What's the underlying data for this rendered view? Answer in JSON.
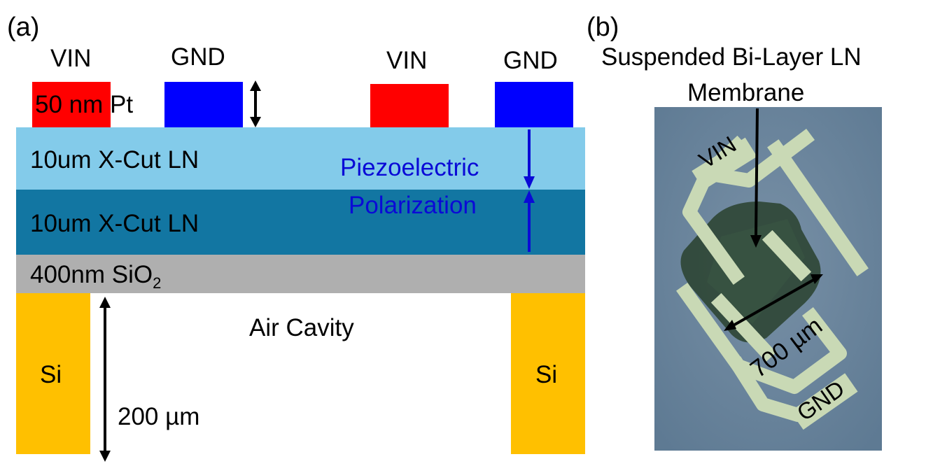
{
  "panel_a": {
    "label": "(a)",
    "electrodes": {
      "vin_left": "VIN",
      "gnd_left": "GND",
      "vin_right": "VIN",
      "gnd_right": "GND",
      "thickness_label": "50 nm Pt",
      "vin_color": "#ff0000",
      "gnd_color": "#0000ff"
    },
    "layers": {
      "top_ln": "10um X-Cut LN",
      "top_ln_color": "#83cbea",
      "bottom_ln": "10um X-Cut LN",
      "bottom_ln_color": "#1276a2",
      "oxide_prefix": "400nm SiO",
      "oxide_sub": "2",
      "oxide_color": "#afafaf"
    },
    "polarization": {
      "line1": "Piezoelectric",
      "line2": "Polarization",
      "color": "#0a0ad6"
    },
    "substrate": {
      "si_left": "Si",
      "si_right": "Si",
      "si_color": "#ffc000",
      "cavity": "Air Cavity",
      "cavity_depth": "200 µm"
    }
  },
  "panel_b": {
    "label": "(b)",
    "title_line1": "Suspended Bi-Layer LN",
    "title_line2": "Membrane",
    "photo": {
      "vin": "VIN",
      "gnd": "GND",
      "dimension": "700 µm",
      "background_color": "#6b85a0",
      "electrode_color": "#c9d9b5"
    }
  }
}
